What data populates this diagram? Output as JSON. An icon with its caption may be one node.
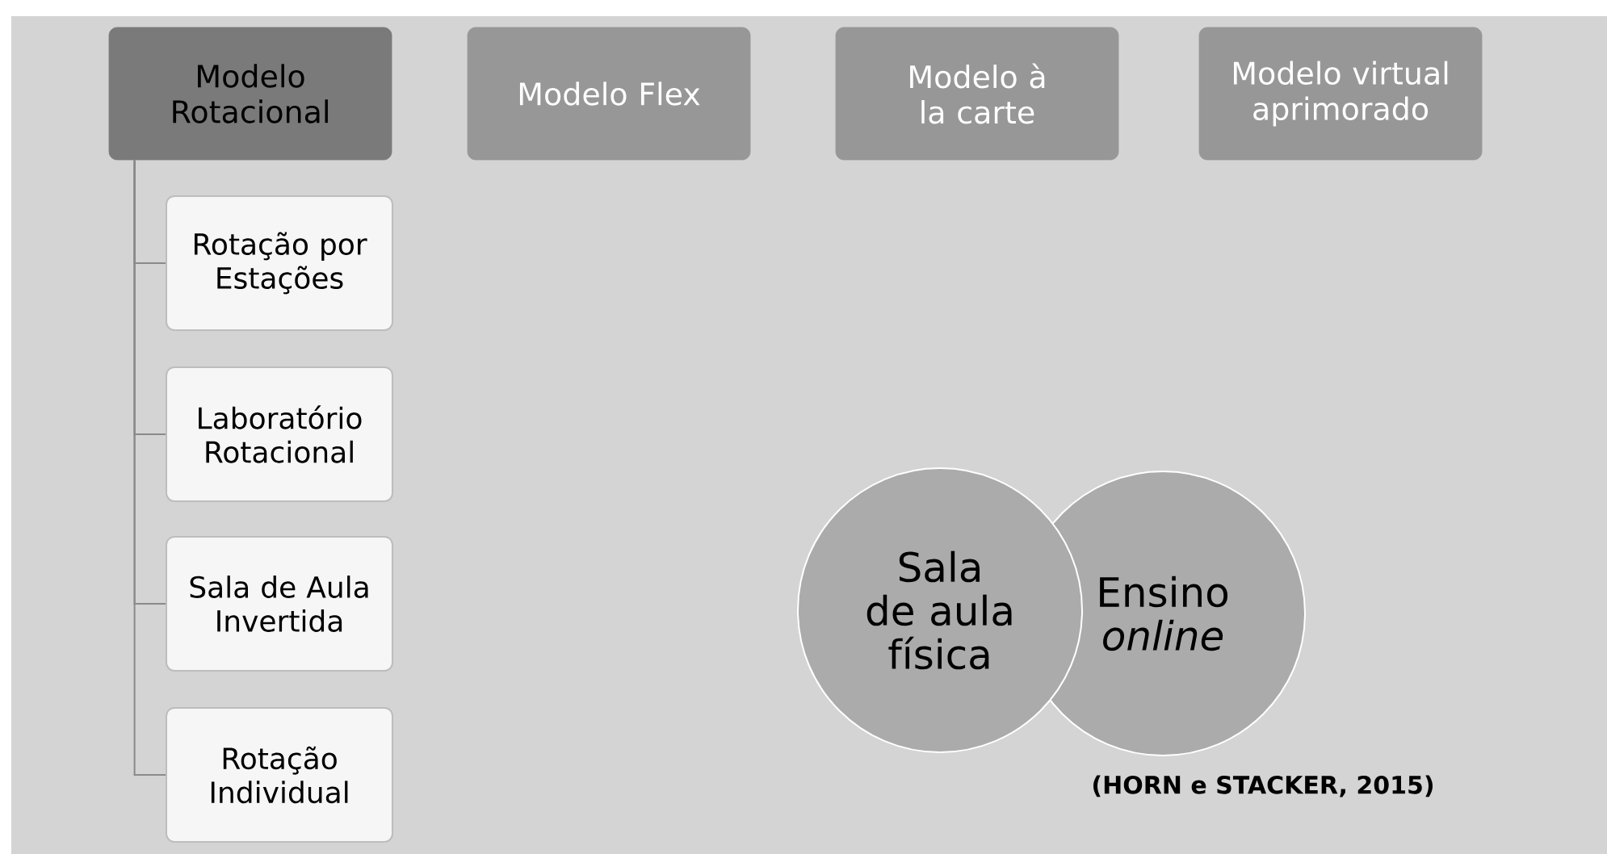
{
  "diagram": {
    "nodes": [
      {
        "text": [
          "Modelo Rotacional"
        ]
      },
      {
        "text": [
          "Modelo Flex"
        ]
      },
      {
        "text": [
          "Modelo à la carte"
        ]
      },
      {
        "text": [
          "Modelo virtual aprimorado"
        ]
      },
      {
        "text": [
          "Rotação por Estações"
        ]
      },
      {
        "text": [
          "Laboratório Rotacional"
        ]
      },
      {
        "text": [
          "Sala de Aula Invertida"
        ]
      },
      {
        "text": [
          "Rotação Individual"
        ]
      },
      {
        "text": [
          "Sala de aula física"
        ]
      },
      {
        "text": [
          "Ensino *online*"
        ]
      }
    ],
    "edges": [
      {
        "from": 0,
        "to": 4,
        "arrow": "none"
      },
      {
        "from": 0,
        "to": 5,
        "arrow": "none"
      },
      {
        "from": 0,
        "to": 6,
        "arrow": "none"
      },
      {
        "from": 0,
        "to": 7,
        "arrow": "none"
      }
    ],
    "labels": [
      "**(HORN e STACKER, 2015)**"
    ]
  }
}
